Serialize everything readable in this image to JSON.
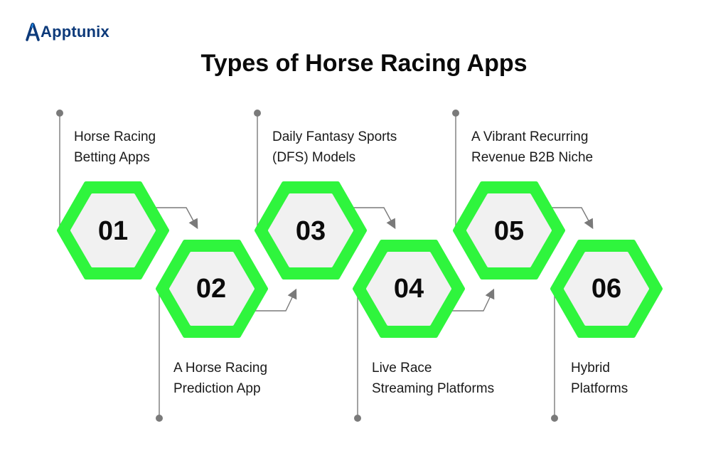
{
  "brand": {
    "name": "Apptunix",
    "accent_color": "#0d3a7a"
  },
  "title": "Types of Horse Racing Apps",
  "colors": {
    "hexagon_border": "#2ff53d",
    "hexagon_fill": "#f1f1f1",
    "connector": "#7a7a7a"
  },
  "steps": [
    {
      "number": "01",
      "line1": "Horse Racing",
      "line2": "Betting Apps"
    },
    {
      "number": "02",
      "line1": "A Horse Racing",
      "line2": "Prediction App"
    },
    {
      "number": "03",
      "line1": "Daily Fantasy Sports",
      "line2": "(DFS) Models"
    },
    {
      "number": "04",
      "line1": "Live Race",
      "line2": "Streaming Platforms"
    },
    {
      "number": "05",
      "line1": "A Vibrant Recurring",
      "line2": "Revenue B2B Niche"
    },
    {
      "number": "06",
      "line1": "Hybrid",
      "line2": "Platforms"
    }
  ]
}
